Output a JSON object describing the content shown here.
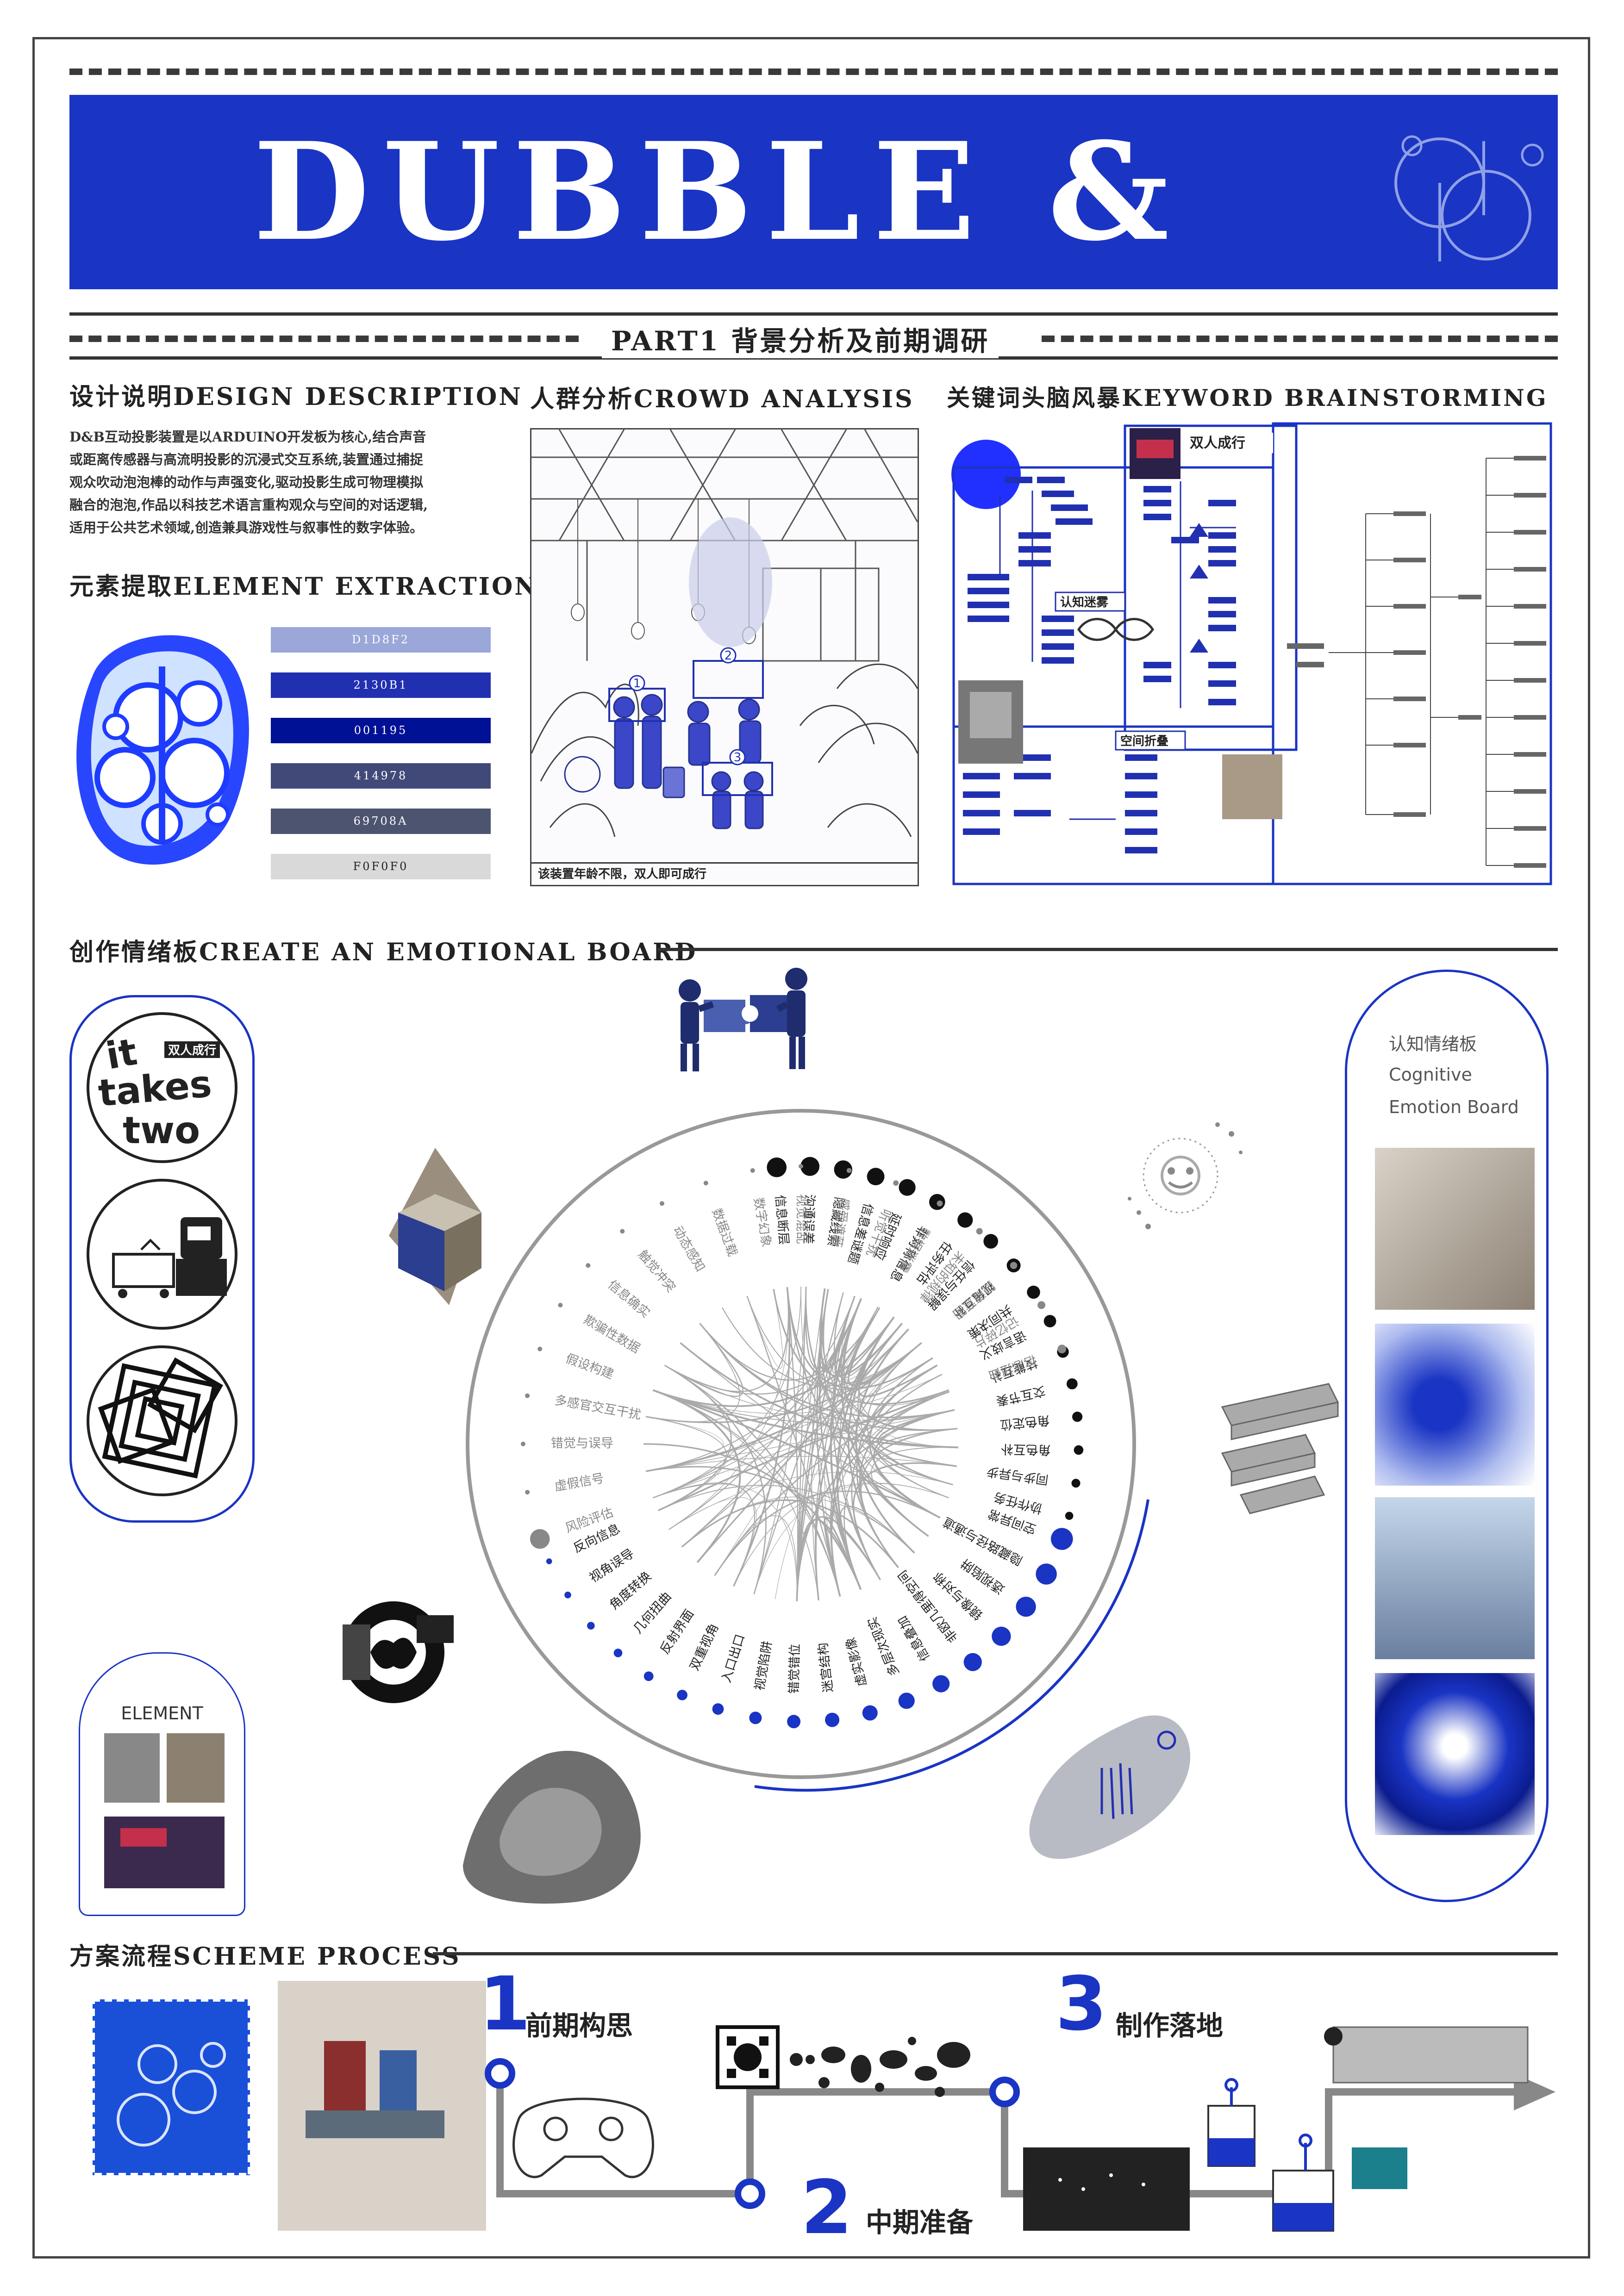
{
  "header": {
    "title": "DUBBLE & BUBBLE",
    "part": "PART1 背景分析及前期调研"
  },
  "design_description": {
    "heading": "设计说明DESIGN DESCRIPTION",
    "lines": [
      "D&B互动投影装置是以ARDUINO开发板为核心,结合声音",
      "或距离传感器与高流明投影的沉浸式交互系统,装置通过捕捉",
      "观众吹动泡泡棒的动作与声强变化,驱动投影生成可物理模拟",
      "融合的泡泡,作品以科技艺术语言重构观众与空间的对话逻辑,",
      "适用于公共艺术领域,创造兼具游戏性与叙事性的数字体验。"
    ]
  },
  "element_extraction": {
    "heading": "元素提取ELEMENT EXTRACTION",
    "swatches": [
      {
        "label": "D1D8F2",
        "color": "#9aa7d8",
        "text_color": "#ffffff"
      },
      {
        "label": "2130B1",
        "color": "#2130b1",
        "text_color": "#ffffff"
      },
      {
        "label": "001195",
        "color": "#001195",
        "text_color": "#ffffff"
      },
      {
        "label": "414978",
        "color": "#414978",
        "text_color": "#ffffff"
      },
      {
        "label": "69708A",
        "color": "#4d5470",
        "text_color": "#ffffff"
      },
      {
        "label": "F0F0F0",
        "color": "#d9d9d9",
        "text_color": "#222222"
      }
    ]
  },
  "crowd_analysis": {
    "heading": "人群分析CROWD ANALYSIS",
    "caption": "该装置年龄不限，双人即可成行",
    "markers": [
      "1",
      "2",
      "3"
    ]
  },
  "keyword": {
    "heading": "关键词头脑风暴KEYWORD BRAINSTORMING",
    "nodes": [
      "双人成行",
      "认知迷雾",
      "空间折叠"
    ]
  },
  "emotional_board": {
    "heading": "创作情绪板CREATE AN EMOTIONAL BOARD",
    "left_logo": "双人成行",
    "element_label": "ELEMENT",
    "cognitive_title": "认知情绪板",
    "cognitive_sub1": "Cognitive",
    "cognitive_sub2": "Emotion Board",
    "ring_labels_black": [
      "信息断层",
      "沟通误差",
      "隐藏线索",
      "信息差谜题",
      "延时响应",
      "非对称信息",
      "任务评估",
      "信任与误解",
      "视角互补",
      "共同决策",
      "语言歧义",
      "技能互补",
      "交互节奏",
      "角色定位",
      "角色互补",
      "同步与异步",
      "协作任务"
    ],
    "ring_labels_blue": [
      "空间异常",
      "隐藏路径与通道",
      "透视陷阱",
      "镜像与对称",
      "非欧几里得空间",
      "信息叠加",
      "多层次现实",
      "虚实影像",
      "迷宫结构",
      "错觉错位",
      "视觉陷阱",
      "入口出口",
      "双重视角",
      "反射界面",
      "几何扭曲",
      "角度转换",
      "视角误导",
      "反向信息"
    ],
    "ring_labels_gray": [
      "风险评估",
      "虚假信号",
      "错觉与误导",
      "多感官交互干扰",
      "假设构建",
      "欺骗性数据",
      "信息确实",
      "触觉冲突",
      "动态感知",
      "数据过载",
      "数字幻象",
      "视觉混乱",
      "感受遮蔽",
      "听觉干扰",
      "数据迷雾",
      "未知的规律",
      "隐藏意图",
      "记忆碎片",
      "信息扭曲"
    ]
  },
  "scheme": {
    "heading": "方案流程SCHEME PROCESS",
    "steps": [
      {
        "num": "1",
        "label": "前期构思"
      },
      {
        "num": "2",
        "label": "中期准备"
      },
      {
        "num": "3",
        "label": "制作落地"
      }
    ]
  },
  "colors": {
    "accent": "#1a34c4",
    "dark": "#222222",
    "gray": "#888888"
  }
}
